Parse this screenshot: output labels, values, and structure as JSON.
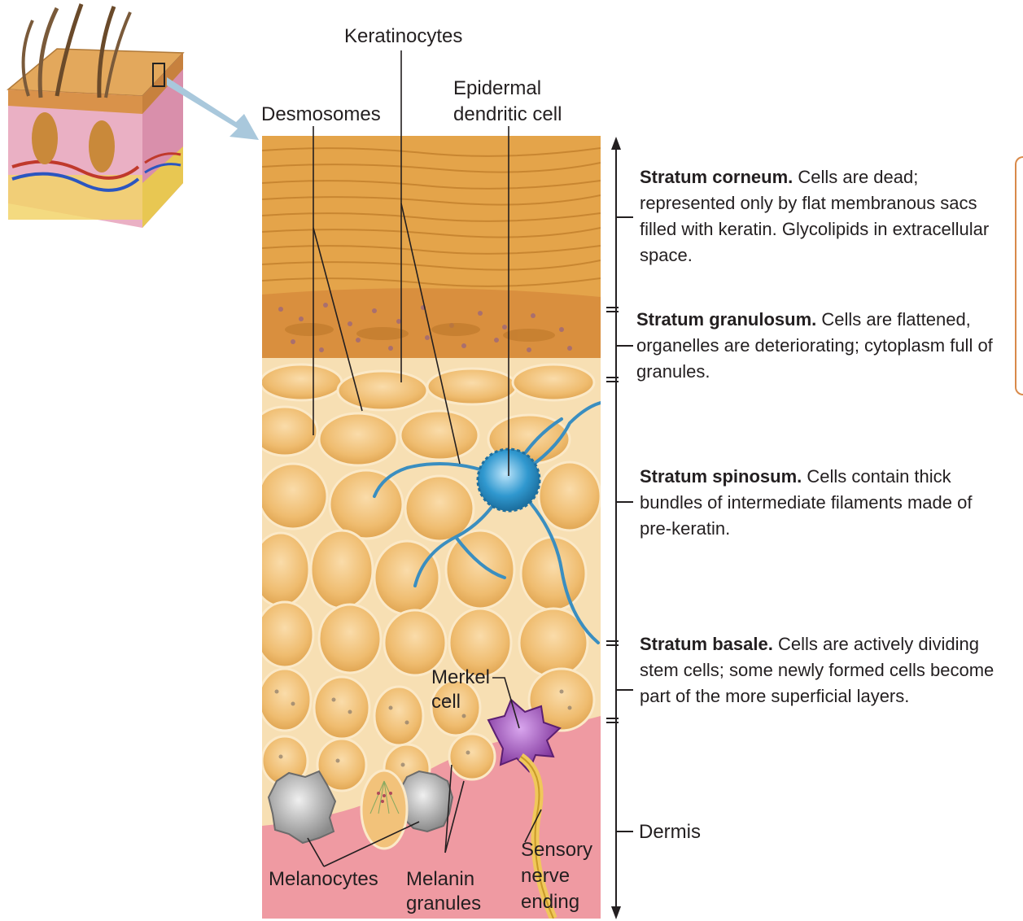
{
  "labels": {
    "keratinocytes": "Keratinocytes",
    "epidermal_dendritic_line1": "Epidermal",
    "epidermal_dendritic_line2": "dendritic cell",
    "desmosomes": "Desmosomes",
    "merkel_line1": "Merkel",
    "merkel_line2": "cell",
    "melanocytes": "Melanocytes",
    "melanin_line1": "Melanin",
    "melanin_line2": "granules",
    "sensory_line1": "Sensory",
    "sensory_line2": "nerve",
    "sensory_line3": "ending",
    "dermis": "Dermis"
  },
  "layers": {
    "corneum": {
      "name": "Stratum corneum.",
      "text": " Cells are dead; represented only by flat membranous sacs filled with keratin. Glycolipids in extracellular space."
    },
    "granulosum": {
      "name": "Stratum granulosum.",
      "text": " Cells are flattened, organelles are deteriorating; cytoplasm full of granules."
    },
    "spinosum": {
      "name": "Stratum spinosum.",
      "text": " Cells contain thick bundles of intermediate filaments made of pre-keratin."
    },
    "basale": {
      "name": "Stratum basale.",
      "text": " Cells are actively dividing stem cells; some newly formed cells become part of the more superficial layers."
    }
  },
  "colors": {
    "corneum": "#e4a44a",
    "granulosum": "#d98f3e",
    "cell": "#f2c27a",
    "cell_edge": "#fbe9c8",
    "dendritic": "#2f8fc4",
    "merkel": "#8e3fa8",
    "melanocyte": "#9b9b9b",
    "dermis": "#ef9aa2",
    "nerve": "#f0c85a"
  }
}
